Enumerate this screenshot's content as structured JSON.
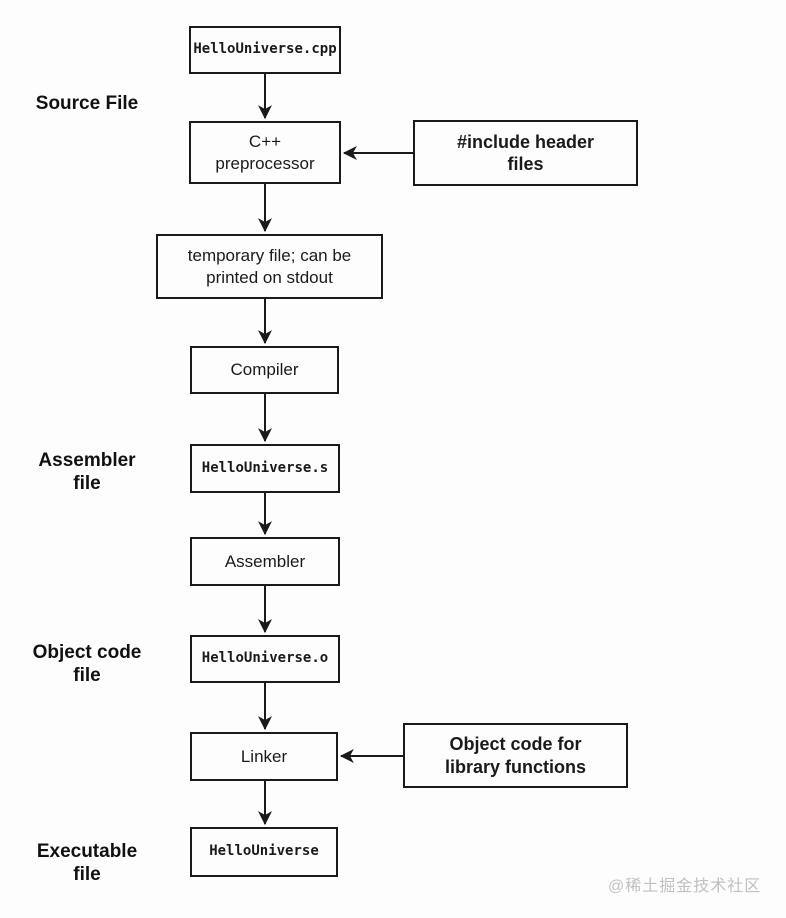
{
  "flowchart": {
    "nodes": {
      "source_file": "HelloUniverse.cpp",
      "preprocessor": "C++\npreprocessor",
      "include_headers": "#include header\nfiles",
      "temp_file": "temporary file; can be\nprinted on stdout",
      "compiler": "Compiler",
      "assembler_file": "HelloUniverse.s",
      "assembler": "Assembler",
      "object_file": "HelloUniverse.o",
      "linker": "Linker",
      "library_objects": "Object code for\nlibrary functions",
      "executable": "HelloUniverse"
    },
    "side_labels": {
      "source": "Source File",
      "assembler": "Assembler\nfile",
      "object": "Object code\nfile",
      "executable": "Executable\nfile"
    },
    "line_color": "#1a1a1a"
  },
  "watermark": {
    "text": "@稀土掘金技术社区"
  }
}
